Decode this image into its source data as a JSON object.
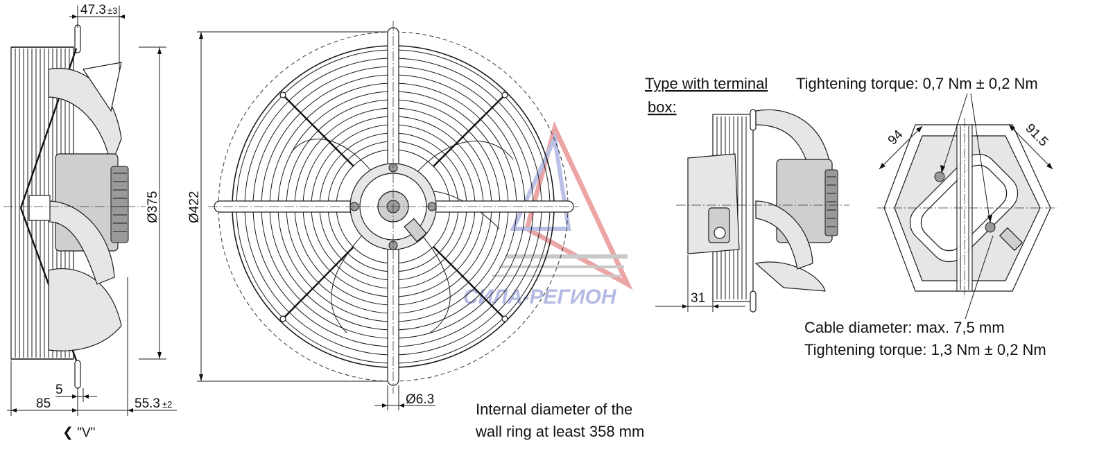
{
  "dimensions": {
    "depth_top": "47.3",
    "depth_top_tol": "±3",
    "guard_diameter": "Ø375",
    "offset_5": "5",
    "offset_85": "85",
    "depth_bottom": "55.3",
    "depth_bottom_tol": "±2",
    "view_label": "❮ \"V\"",
    "ring_diameter": "Ø422",
    "hole_diameter": "Ø6.3",
    "terminal_offset": "31",
    "box_width_94": "94",
    "box_width_91_5": "91.5"
  },
  "notes": {
    "terminal_box_line1": "Type with terminal",
    "terminal_box_line2": "box:",
    "torque_top": "Tightening torque: 0,7 Nm ± 0,2 Nm",
    "cable_diameter": "Cable diameter: max. 7,5 mm",
    "torque_bottom": "Tightening torque: 1,3 Nm ± 0,2 Nm",
    "wall_ring_line1": "Internal diameter of the",
    "wall_ring_line2": "wall ring at least 358 mm"
  },
  "watermark": {
    "text": "СИЛА-РЕГИОН",
    "color_red": "#d43a3a",
    "color_blue": "#6a78c8"
  }
}
